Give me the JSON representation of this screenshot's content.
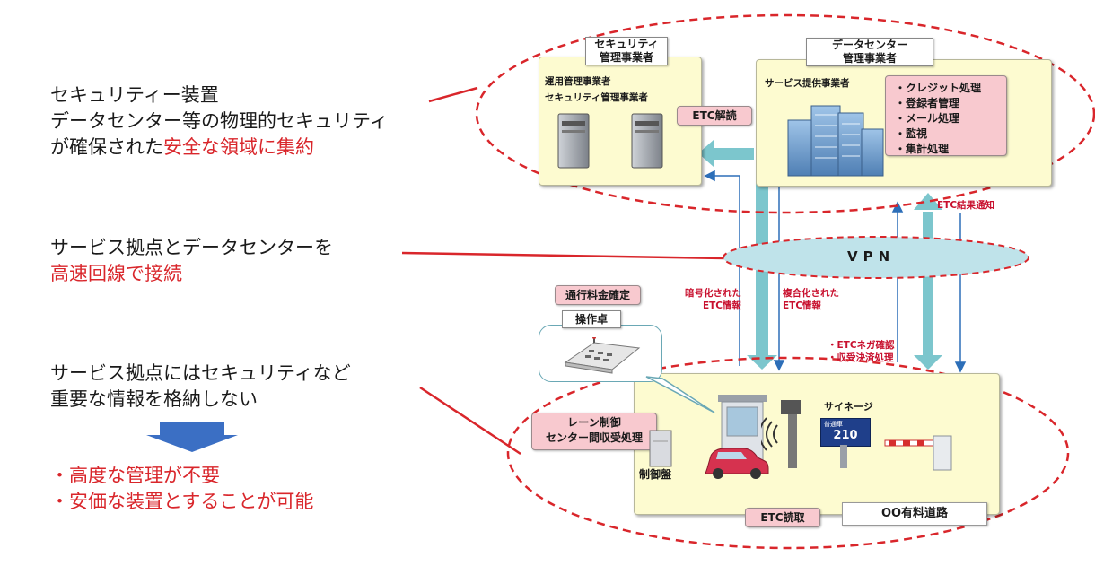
{
  "left": {
    "block1": {
      "line1": "セキュリティー装置",
      "line2": "データセンター等の物理的セキュリティ",
      "line3_normal": "が確保された",
      "line3_red": "安全な領域に集約"
    },
    "block2": {
      "line1": "サービス拠点とデータセンターを",
      "line2_red": "高速回線で接続"
    },
    "block3": {
      "line1": "サービス拠点にはセキュリティなど",
      "line2": "重要な情報を格納しない",
      "bullet1": "・高度な管理が不要",
      "bullet2": "・安価な装置とすることが可能"
    }
  },
  "security_panel": {
    "header": "セキュリティ\n管理事業者",
    "label1": "運用管理事業者",
    "label2": "セキュリティ管理事業者",
    "etc_decode": "ETC解読"
  },
  "datacenter_panel": {
    "header": "データセンター\n管理事業者",
    "label": "サービス提供事業者",
    "services": [
      "・クレジット処理",
      "・登録者管理",
      "・メール処理",
      "・監視",
      "・集計処理"
    ]
  },
  "network": {
    "vpn": "VPN",
    "etc_result": "ETC結果通知",
    "encrypted": "暗号化された\nETC情報",
    "decrypted": "複合化された\nETC情報",
    "nega_check": "・ETCネガ確認\n・収受決済処理"
  },
  "lane": {
    "fee_confirm": "通行料金確定",
    "console": "操作卓",
    "lane_control": "レーン制御\nセンター間収受処理",
    "control_panel": "制御盤",
    "signage": "サイネージ",
    "sign_small": "普通車",
    "sign_value": "210",
    "etc_read": "ETC読取",
    "road_name": "OO有料道路"
  },
  "colors": {
    "accent_red": "#d9262b",
    "panel_yellow": "#fdfbd0",
    "pink": "#f8c9cf",
    "vpn_fill": "#bfe3ea",
    "arrow_teal": "#7cc6cd"
  }
}
